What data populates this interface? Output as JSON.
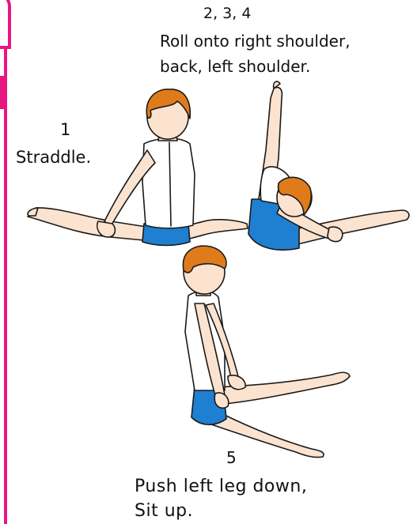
{
  "steps": [
    {
      "number": "1",
      "lines": [
        "Straddle."
      ]
    },
    {
      "number": "2, 3, 4",
      "lines": [
        "Roll onto right shoulder,",
        "back,  left shoulder."
      ]
    },
    {
      "number": "5",
      "lines": [
        "Push  left leg down,",
        "Sit up."
      ]
    }
  ],
  "colors": {
    "frame": "#e8177f",
    "hair": "#e07b1c",
    "skin": "#fbe3cf",
    "shorts": "#1f7fd0",
    "shirt": "#ffffff",
    "outline": "#1a1a1a"
  }
}
